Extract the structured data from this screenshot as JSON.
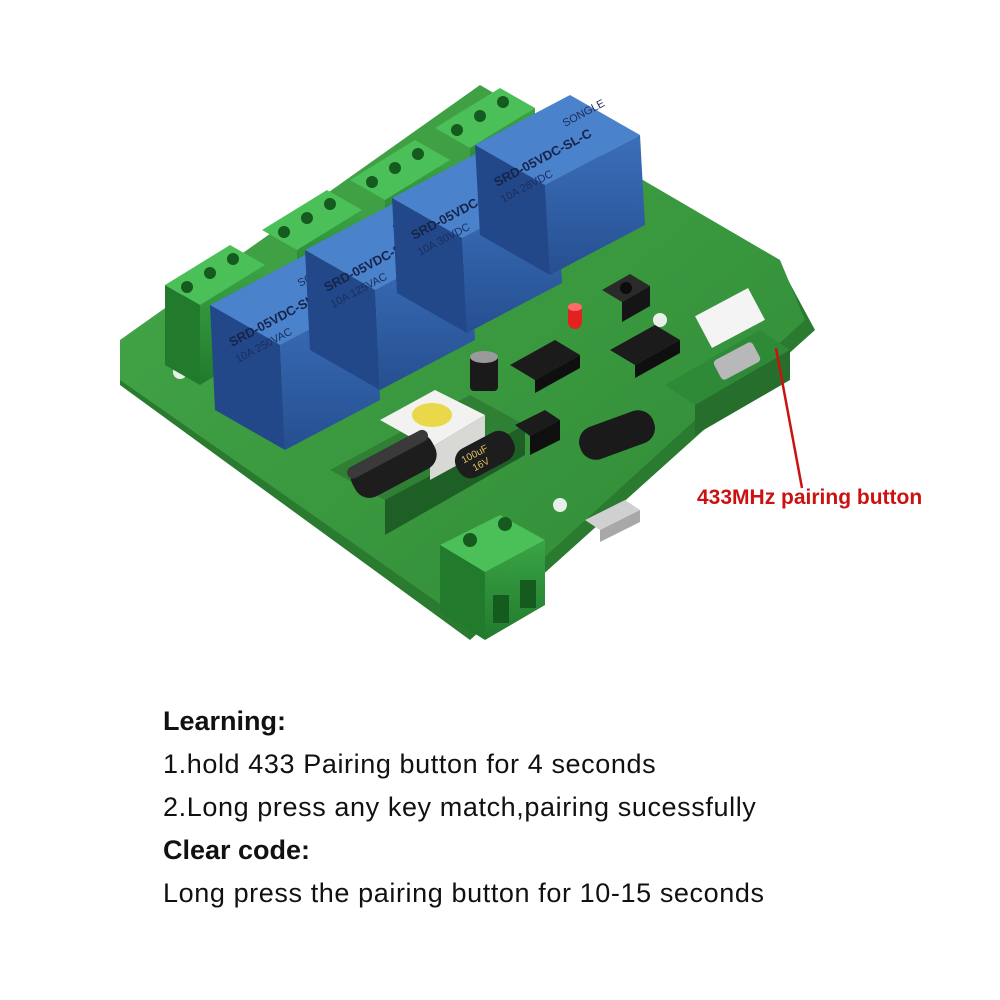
{
  "photo": {
    "callout_label": "433MHz pairing button",
    "relay_brand": "SONGLE",
    "relay_model": "SRD-05VDC-SL-C",
    "relay_ratings": [
      "10A 250VAC",
      "10A 125VAC",
      "10A 30VDC",
      "10A 28VDC"
    ],
    "capacitor_lines": [
      "100uF",
      "16V"
    ],
    "colors": {
      "pcb": "#3a9a3e",
      "pcb_dark": "#2a7a30",
      "terminal": "#2f8f3a",
      "relay": "#2f5fa8",
      "callout": "#cc1111"
    }
  },
  "instructions": {
    "learning_heading": "Learning:",
    "step1": "1.hold 433 Pairing button for 4 seconds",
    "step2": "2.Long press any key match,pairing sucessfully",
    "clear_heading": "Clear code:",
    "clear_text": "Long press the pairing button for 10-15 seconds"
  }
}
